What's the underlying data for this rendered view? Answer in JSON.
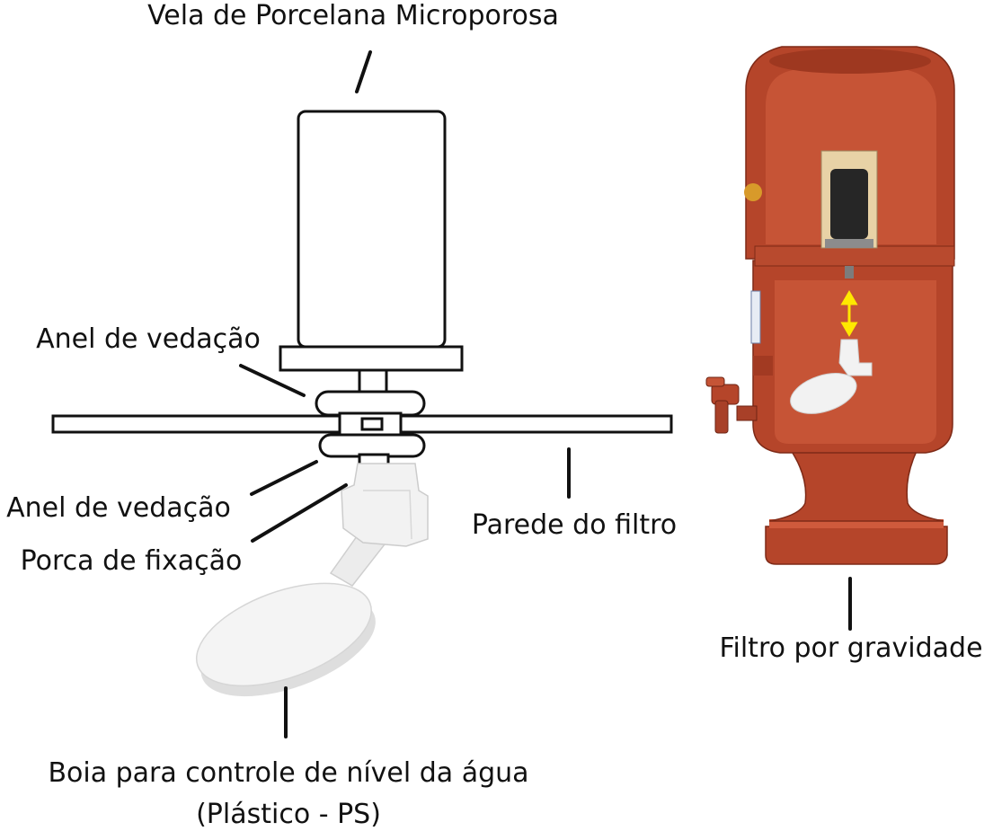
{
  "labels": {
    "candle": "Vela de Porcelana Microporosa",
    "seal_top": "Anel de vedação",
    "seal_bottom": "Anel de vedação",
    "nut": "Porca de fixação",
    "wall": "Parede do filtro",
    "float_line1": "Boia para controle de nível da água",
    "float_line2": "(Plástico - PS)",
    "gravity_filter": "Filtro por gravidade"
  },
  "colors": {
    "line": "#111111",
    "clay": "#b5452a",
    "clay_dark": "#7e2a17",
    "clay_light": "#cf5a3c",
    "plastic": "#f0f0f0",
    "arrow": "#ffe800"
  }
}
